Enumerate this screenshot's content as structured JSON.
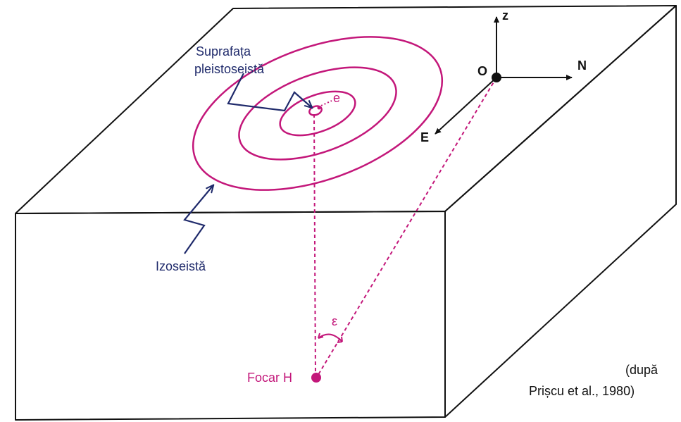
{
  "labels": {
    "pleistoseist_line1": "Suprafața",
    "pleistoseist_line2": "pleistoseistă",
    "izoseista": "Izoseistă",
    "epicenter": "e",
    "axis_z": "z",
    "axis_n": "N",
    "axis_e": "E",
    "origin": "O",
    "angle": "ε",
    "focus": "Focar H",
    "citation_line1": "(după",
    "citation_line2": "Prișcu et al., 1980)"
  },
  "colors": {
    "outline": "#111111",
    "isoseist": "#c3177a",
    "pointer": "#1f2a6b"
  }
}
